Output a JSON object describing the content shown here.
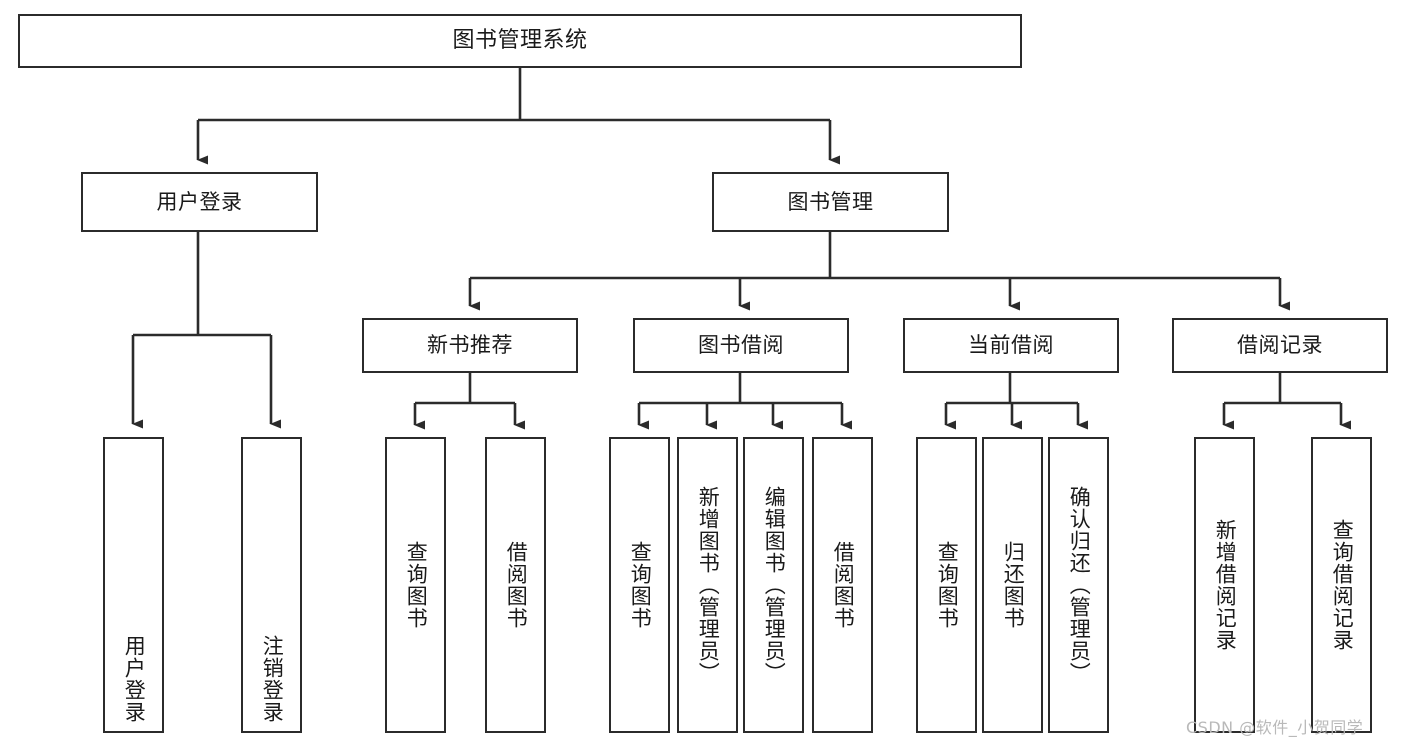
{
  "diagram": {
    "title": "图书管理系统",
    "type": "tree",
    "root": {
      "id": "root",
      "label": "图书管理系统"
    },
    "level1": [
      {
        "id": "user-login",
        "label": "用户登录"
      },
      {
        "id": "book-manage",
        "label": "图书管理"
      }
    ],
    "level2": [
      {
        "id": "new-book-recommend",
        "label": "新书推荐",
        "parent": "book-manage"
      },
      {
        "id": "book-borrow",
        "label": "图书借阅",
        "parent": "book-manage"
      },
      {
        "id": "current-borrow",
        "label": "当前借阅",
        "parent": "book-manage"
      },
      {
        "id": "borrow-record",
        "label": "借阅记录",
        "parent": "book-manage"
      }
    ],
    "leaves": [
      {
        "id": "leaf-user-login",
        "label": "用户登录",
        "parent": "user-login"
      },
      {
        "id": "leaf-user-logout",
        "label": "注销登录",
        "parent": "user-login"
      },
      {
        "id": "leaf-query-book-1",
        "label": "查询图书",
        "parent": "new-book-recommend"
      },
      {
        "id": "leaf-borrow-book-1",
        "label": "借阅图书",
        "parent": "new-book-recommend"
      },
      {
        "id": "leaf-query-book-2",
        "label": "查询图书",
        "parent": "book-borrow"
      },
      {
        "id": "leaf-add-book",
        "label": "新增图书（管理员）",
        "parent": "book-borrow"
      },
      {
        "id": "leaf-edit-book",
        "label": "编辑图书（管理员）",
        "parent": "book-borrow"
      },
      {
        "id": "leaf-borrow-book-2",
        "label": "借阅图书",
        "parent": "book-borrow"
      },
      {
        "id": "leaf-query-book-3",
        "label": "查询图书",
        "parent": "current-borrow"
      },
      {
        "id": "leaf-return-book",
        "label": "归还图书",
        "parent": "current-borrow"
      },
      {
        "id": "leaf-confirm-return",
        "label": "确认归还（管理员）",
        "parent": "current-borrow"
      },
      {
        "id": "leaf-add-record",
        "label": "新增借阅记录",
        "parent": "borrow-record"
      },
      {
        "id": "leaf-query-record",
        "label": "查询借阅记录",
        "parent": "borrow-record"
      }
    ],
    "watermark": "CSDN @软件_小贺同学",
    "colors": {
      "stroke": "#2b2b2b",
      "fill": "#ffffff",
      "text": "#1a1a1a",
      "watermark": "#b9b9b9"
    }
  }
}
